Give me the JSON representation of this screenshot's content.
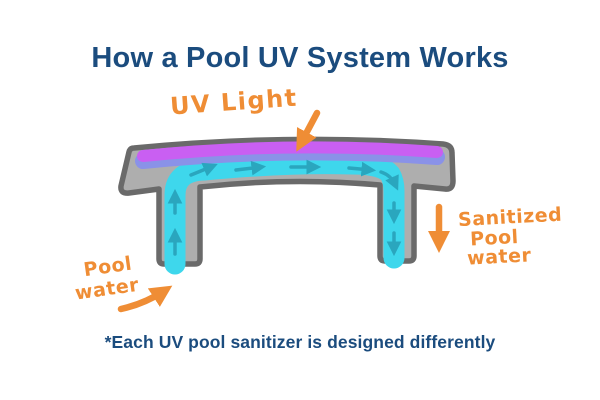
{
  "title": "How a Pool UV System Works",
  "footnote": "*Each UV pool sanitizer is designed differently",
  "diagram": {
    "uv_light_label": "UV Light",
    "pool_water_label": {
      "line1": "Pool",
      "line2": "water"
    },
    "sanitized_water_label": {
      "line1": "Sanitized",
      "line2": "Pool",
      "line3": "water"
    }
  },
  "colors": {
    "navy": "#1b4c7e",
    "orange": "#ef8d35",
    "water_cyan": "#3ed7ec",
    "flow_teal": "#2aa6be",
    "uv_purple": "#c95ff2",
    "uv_blue_glow": "#8a92e8",
    "metal_gray": "#aeaeae",
    "metal_outline": "#6a6a6a",
    "background": "#ffffff"
  }
}
